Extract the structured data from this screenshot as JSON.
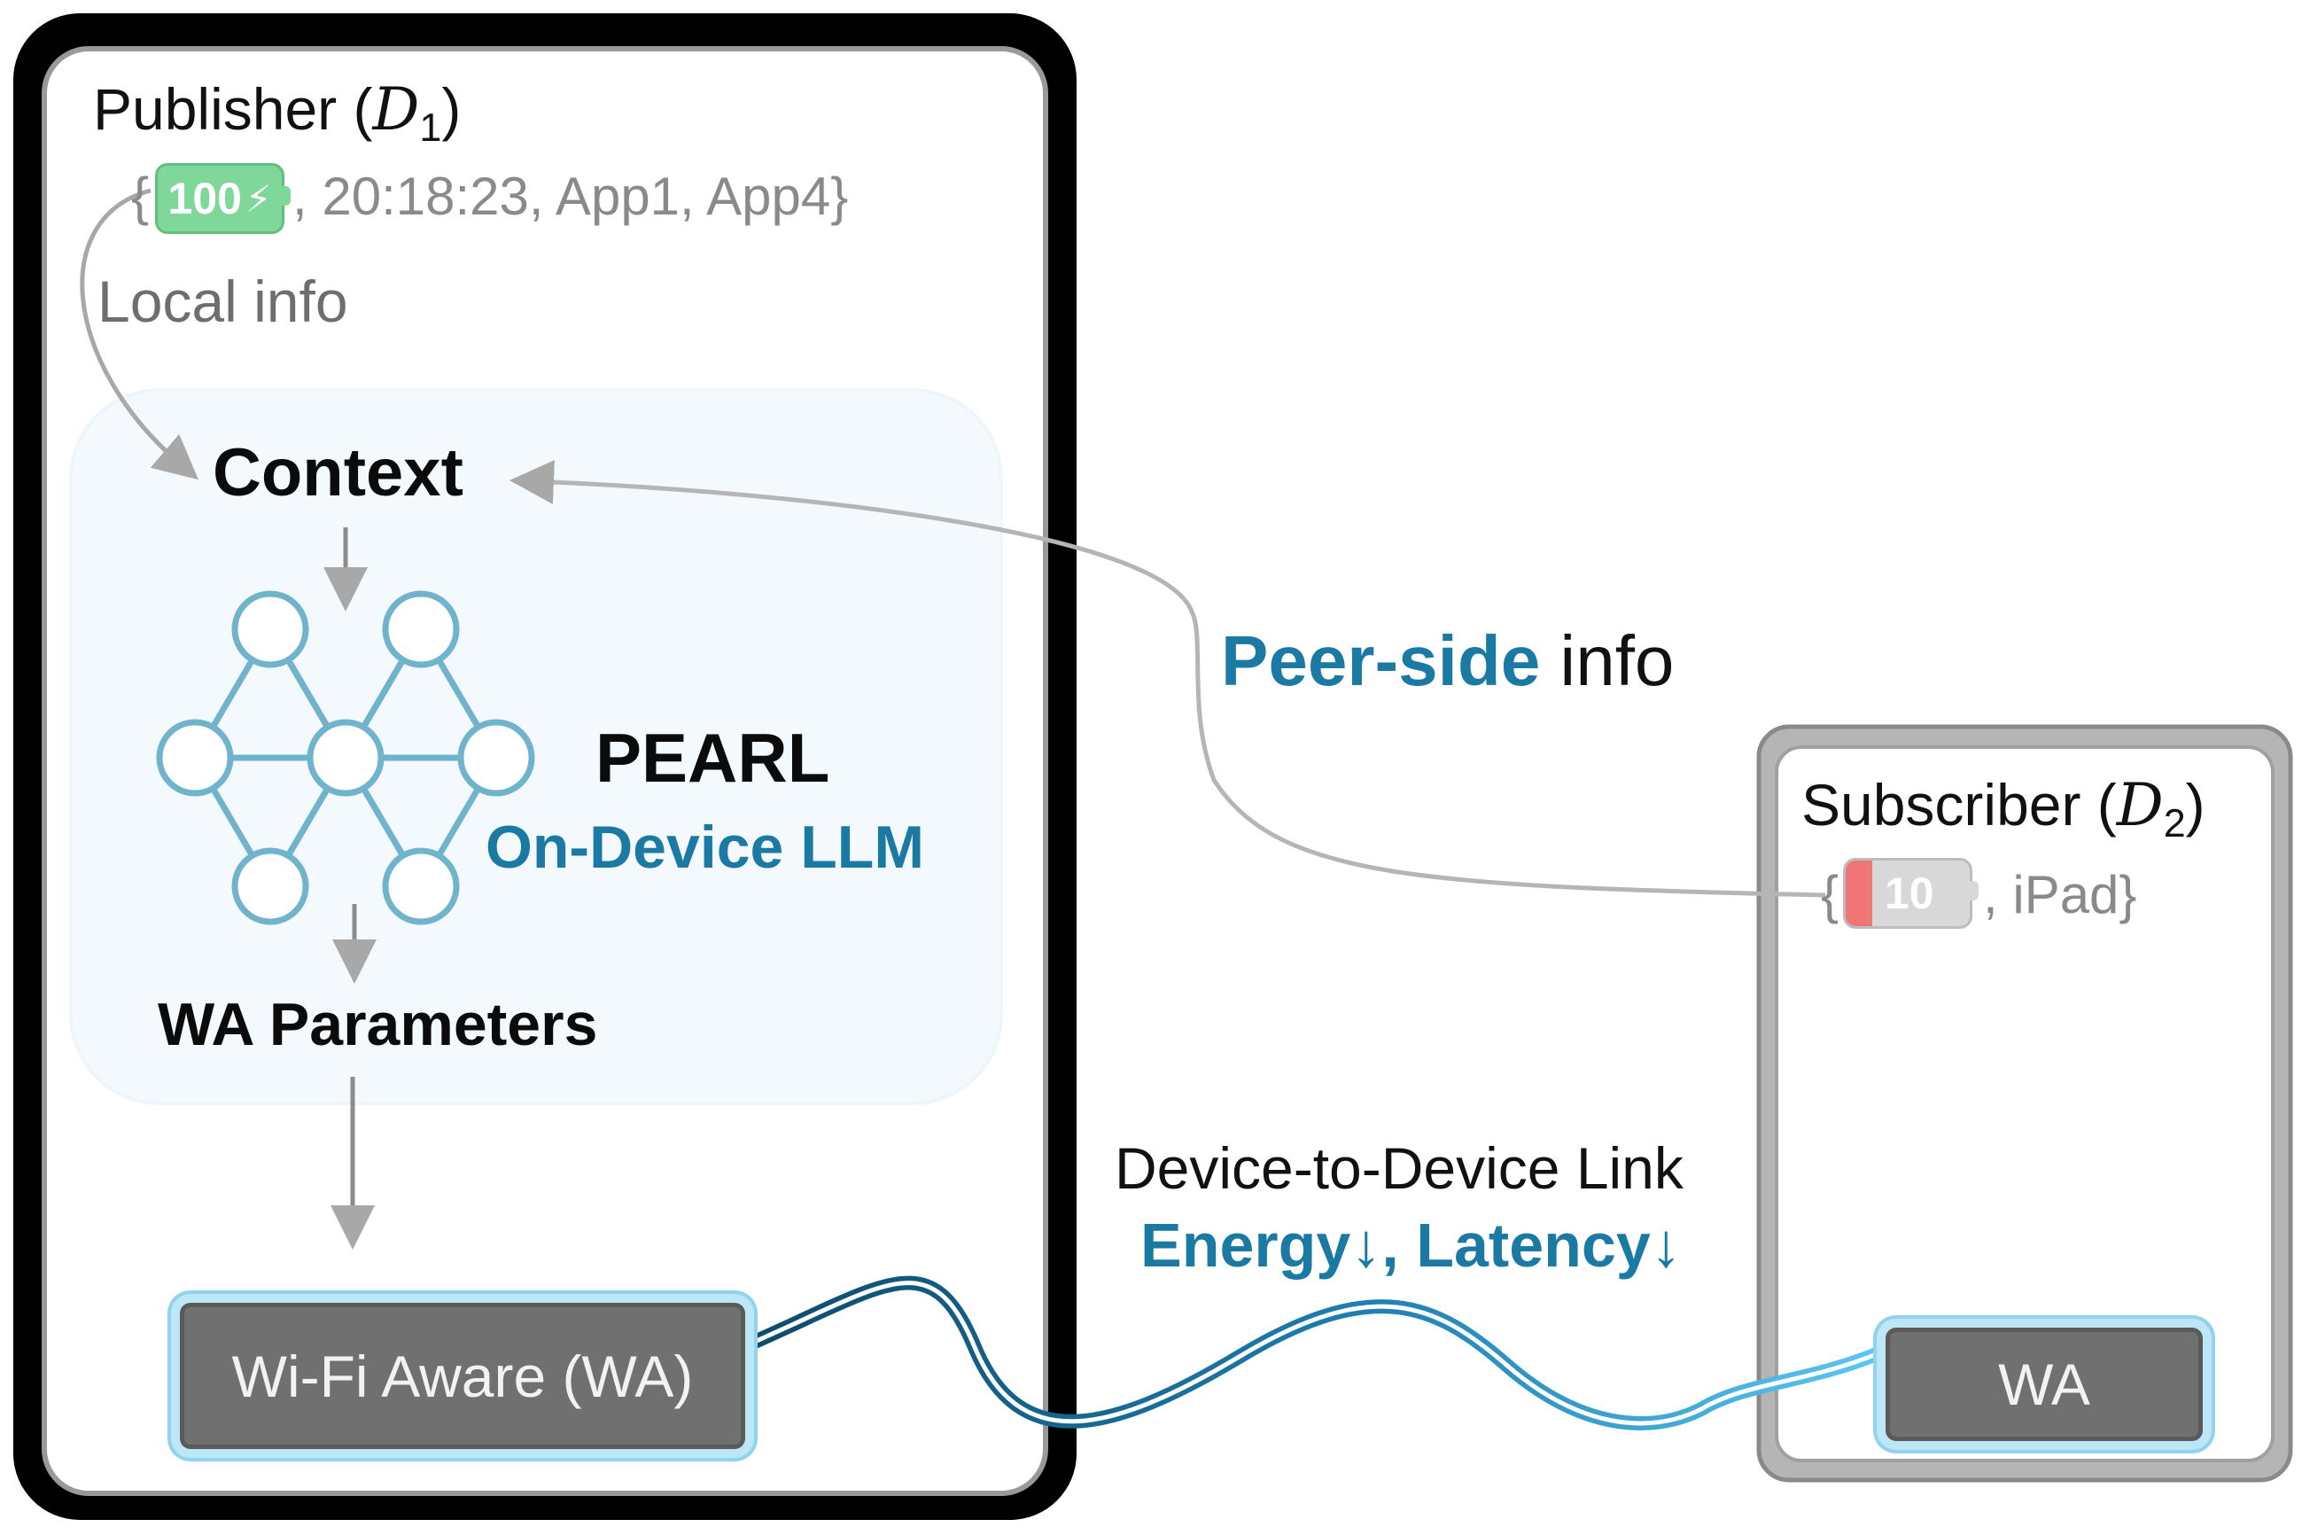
{
  "publisher": {
    "title_prefix": "Publisher (",
    "var": "D",
    "sub": "1",
    "title_suffix": ")",
    "battery": "100",
    "info_text": ", 20:18:23, App1, App4}",
    "brace_open": "{",
    "local_info": "Local info"
  },
  "llm": {
    "context": "Context",
    "name": "PEARL",
    "subtitle": "On-Device LLM",
    "params": "WA Parameters"
  },
  "publisher_wa": "Wi-Fi Aware (WA)",
  "peer_info": {
    "accent": "Peer-side",
    "rest": " info"
  },
  "subscriber": {
    "title_prefix": "Subscriber (",
    "var": "D",
    "sub": "2",
    "title_suffix": ")",
    "battery": "10",
    "brace_open": "{",
    "info_text": ", iPad}",
    "wa": "WA"
  },
  "link": {
    "label": "Device-to-Device Link",
    "benefits": "Energy↓, Latency↓"
  },
  "colors": {
    "accent": "#1b7aa3",
    "nn_node": "#6fb3cc",
    "battery_full": "#7fd89a",
    "battery_low": "#f07575"
  }
}
